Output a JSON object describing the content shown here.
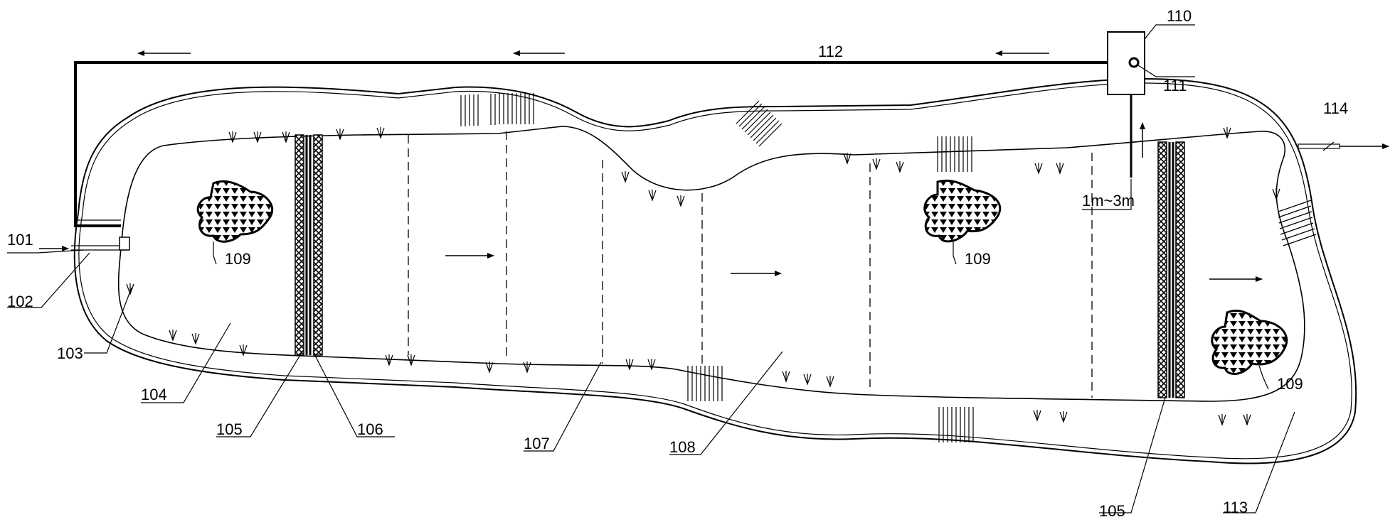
{
  "labels": {
    "l101": "101",
    "l102": "102",
    "l103": "103",
    "l104": "104",
    "l105a": "105",
    "l105b": "105",
    "l106": "106",
    "l107": "107",
    "l108": "108",
    "l109a": "109",
    "l109b": "109",
    "l109c": "109",
    "l110": "110",
    "l111": "111",
    "l112": "112",
    "l113": "113",
    "l114": "114",
    "depth": "1m~3m"
  }
}
